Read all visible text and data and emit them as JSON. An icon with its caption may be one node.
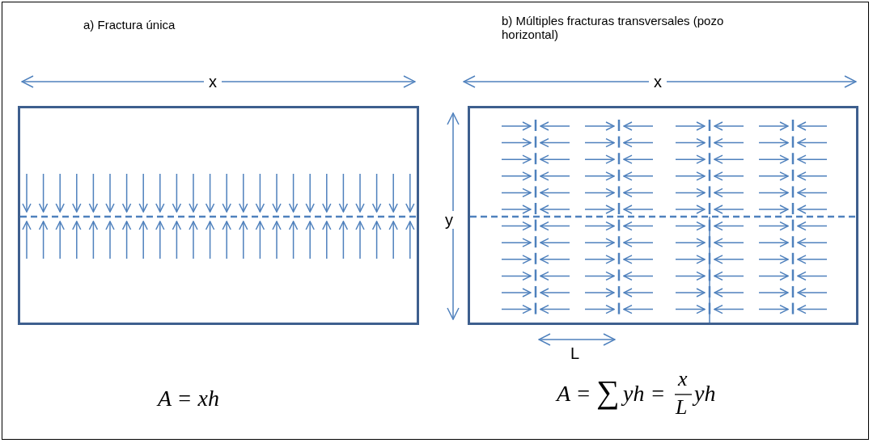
{
  "diagram": {
    "nodes": [
      {
        "text": [],
        "shape": "box"
      },
      {
        "text": [],
        "shape": "box"
      }
    ],
    "labels": [
      "a) Fractura única",
      "b) Múltiples fracturas transversales (pozo horizontal)",
      "x",
      "x",
      "y",
      "L",
      "A = xh",
      "A =",
      "∑",
      "yh =",
      "x",
      "L",
      "yh"
    ]
  }
}
